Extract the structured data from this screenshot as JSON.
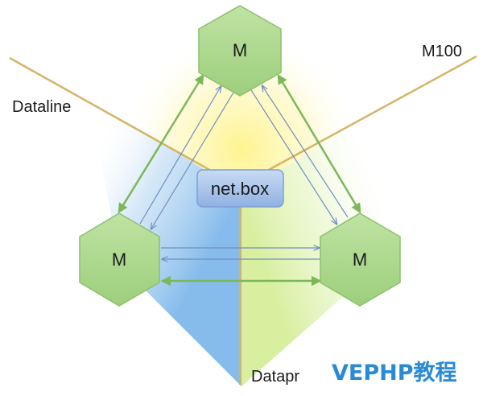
{
  "diagram": {
    "regions": {
      "left": "Dataline",
      "right": "M100",
      "bottom": "Datapr"
    },
    "nodes": {
      "top": "M",
      "left": "M",
      "right": "M"
    },
    "center_box": "net.box",
    "watermark": "VEPHP教程",
    "colors": {
      "node_fill": "#a8d88a",
      "node_stroke": "#8cc06c",
      "thick_arrow": "#7cb85a",
      "thin_arrow": "#6f8fbf",
      "divider_line": "#d4b467",
      "box_fill": "#9fbdea",
      "box_stroke": "#7e9fd2",
      "tint_yellow": "#fff6a8",
      "tint_blue": "#9cc9ef",
      "tint_green": "#d8f0a8",
      "watermark": "#2a8ad6"
    }
  }
}
